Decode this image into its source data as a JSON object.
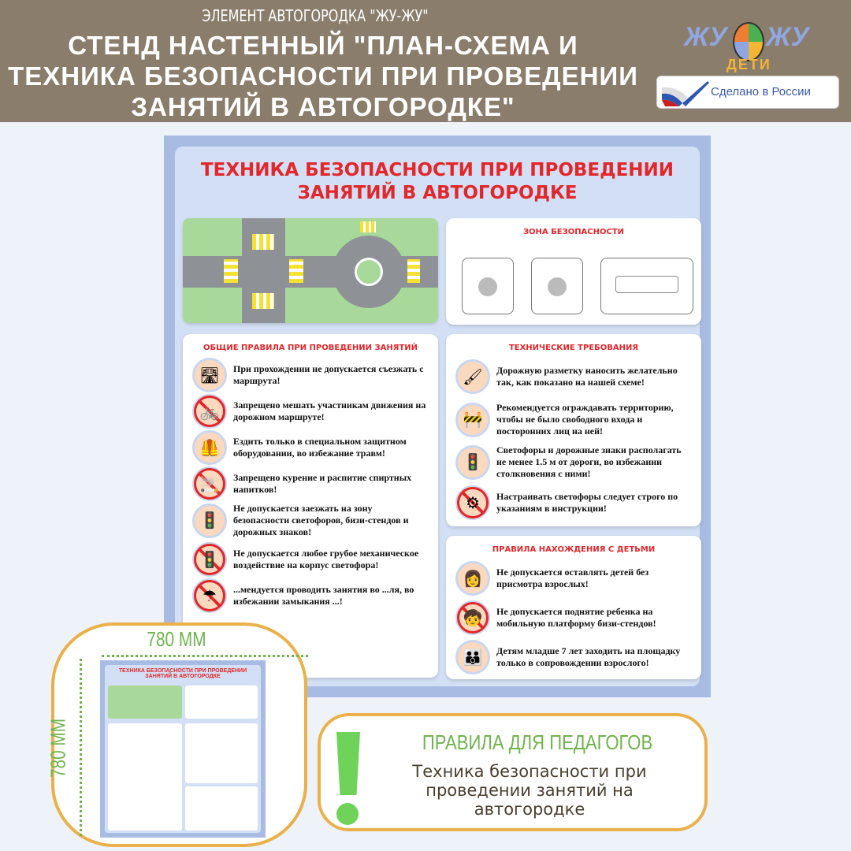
{
  "header": {
    "subtitle": "ЭЛЕМЕНТ АВТОГОРОДКА \"ЖУ-ЖУ\"",
    "title": "СТЕНД НАСТЕННЫЙ \"ПЛАН-СХЕМА И ТЕХНИКА БЕЗОПАСНОСТИ ПРИ ПРОВЕДЕНИИ ЗАНЯТИЙ В АВТОГОРОДКЕ\"",
    "logo_left": "ЖУ",
    "logo_right": "ЖУ",
    "logo_sub": "ДЕТИ",
    "made_in": "Сделано в России"
  },
  "poster": {
    "title": "ТЕХНИКА БЕЗОПАСНОСТИ ПРИ ПРОВЕДЕНИИ ЗАНЯТИЙ В АВТОГОРОДКЕ",
    "zone": {
      "title": "ЗОНА БЕЗОПАСНОСТИ"
    },
    "general": {
      "title": "ОБЩИЕ ПРАВИЛА ПРИ ПРОВЕДЕНИИ ЗАНЯТИЙ",
      "items": [
        "При прохождении не допускается съезжать с маршрута!",
        "Запрещено мешать участникам движения на дорожном маршруте!",
        "Ездить только в специальном защитном оборудовании, во избежание травм!",
        "Запрещено курение и распитие спиртных напитков!",
        "Не допускается заезжать на зону безопасности светофоров, бизи-стендов и дорожных знаков!",
        "Не допускается любое грубое механическое воздействие на корпус светофора!",
        "...мендуется проводить занятия во ...ля, во избежании замыкания ...!"
      ]
    },
    "tech": {
      "title": "ТЕХНИЧЕСКИЕ ТРЕБОВАНИЯ",
      "items": [
        "Дорожную разметку наносить желательно так, как показано на нашей схеме!",
        "Рекомендуется ограждавать территорию, чтобы не было свободного входа и посторонних лиц на ней!",
        "Светофоры и дорожные знаки располагать не менее 1.5 м от дороги, во избежании столкновения с ними!",
        "Настраивать светофоры следует строго по указаниям в инструкции!"
      ]
    },
    "kids": {
      "title": "ПРАВИЛА НАХОЖДЕНИЯ С ДЕТЬМИ",
      "items": [
        "Не допускается оставлять детей без присмотра взрослых!",
        "Не допускается поднятие ребенка на мобильную платформу бизи-стендов!",
        "Детям младше 7 лет заходить на площадку только в сопровождении взрослого!"
      ]
    }
  },
  "dimensions": {
    "width": "780 ММ",
    "height": "780 ММ"
  },
  "info": {
    "title": "ПРАВИЛА ДЛЯ ПЕДАГОГОВ",
    "text": "Техника безопасности при проведении занятий на автогородке"
  }
}
